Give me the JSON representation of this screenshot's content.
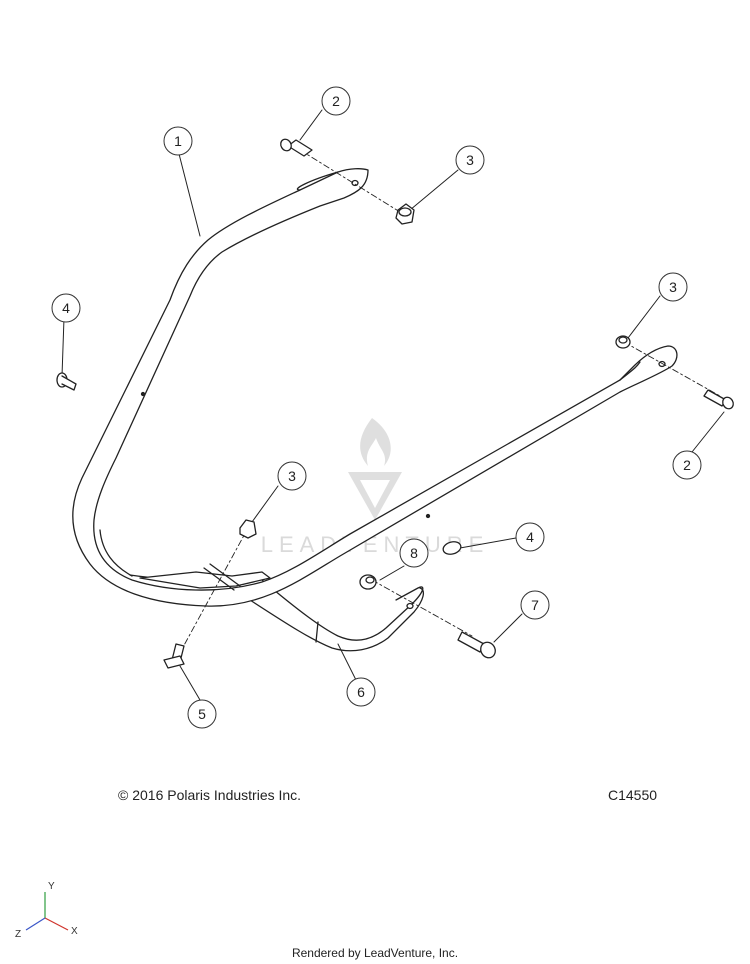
{
  "callouts": [
    {
      "label": "1"
    },
    {
      "label": "2"
    },
    {
      "label": "3"
    },
    {
      "label": "4"
    },
    {
      "label": "3"
    },
    {
      "label": "2"
    },
    {
      "label": "3"
    },
    {
      "label": "4"
    },
    {
      "label": "8"
    },
    {
      "label": "7"
    },
    {
      "label": "6"
    },
    {
      "label": "5"
    }
  ],
  "footer": {
    "copyright": "© 2016 Polaris Industries Inc.",
    "code": "C14550",
    "rendered_by": "Rendered by LeadVenture, Inc."
  },
  "watermark": {
    "text": "LEADVENTURE"
  },
  "axes": {
    "y": "Y",
    "x": "X",
    "z": "Z"
  },
  "colors": {
    "line": "#222222",
    "watermark": "#d6d6d6",
    "axis_x": "#d0342c",
    "axis_y": "#2e9e3f",
    "axis_z": "#3a56c8"
  }
}
